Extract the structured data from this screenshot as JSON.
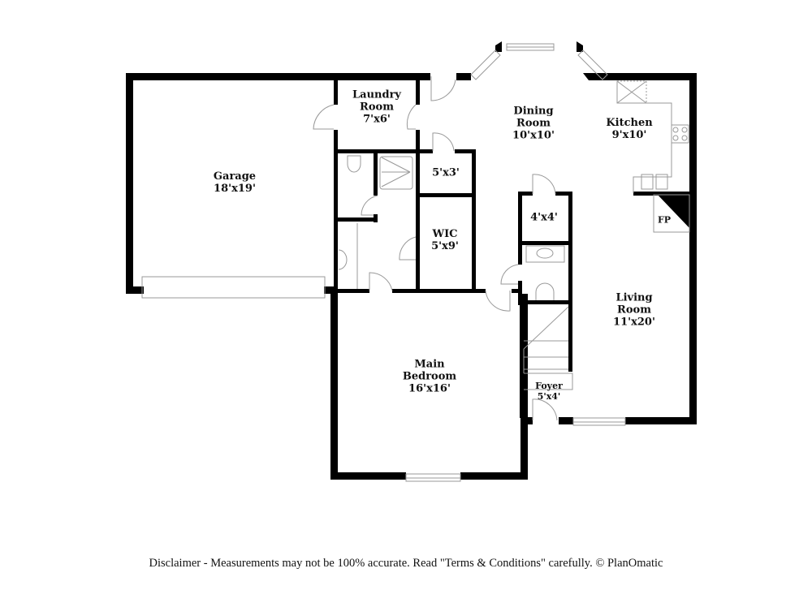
{
  "rooms": {
    "garage": {
      "name": "Garage",
      "dims": "18'x19'"
    },
    "laundry": {
      "name_line1": "Laundry",
      "name_line2": "Room",
      "dims": "7'x6'"
    },
    "dining": {
      "name_line1": "Dining",
      "name_line2": "Room",
      "dims": "10'x10'"
    },
    "kitchen": {
      "name": "Kitchen",
      "dims": "9'x10'"
    },
    "closet_5x3": {
      "dims": "5'x3'"
    },
    "wic": {
      "name": "WIC",
      "dims": "5'x9'"
    },
    "closet_4x4": {
      "dims": "4'x4'"
    },
    "fireplace": {
      "name": "FP"
    },
    "living": {
      "name_line1": "Living",
      "name_line2": "Room",
      "dims": "11'x20'"
    },
    "main_bedroom": {
      "name_line1": "Main",
      "name_line2": "Bedroom",
      "dims": "16'x16'"
    },
    "foyer": {
      "name": "Foyer",
      "dims": "5'x4'"
    }
  },
  "footer": {
    "disclaimer": "Disclaimer - Measurements may not be 100% accurate. Read \"Terms & Conditions\" carefully. © PlanOmatic"
  },
  "colors": {
    "wall": "#000000",
    "fixture": "#9a9a9a",
    "background": "#ffffff"
  }
}
